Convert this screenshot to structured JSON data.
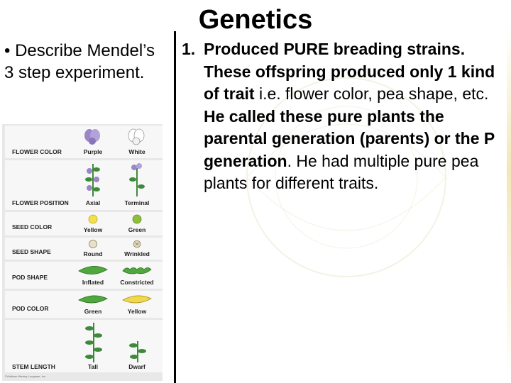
{
  "slide": {
    "title": "Genetics",
    "left_bullet": "• Describe Mendel’s 3 step experiment.",
    "step_number": "1.",
    "step_parts": [
      {
        "text": "Produced PURE breading strains. These offspring produced only 1 kind of trait",
        "bold": true
      },
      {
        "text": " i.e. flower color, pea shape, etc. ",
        "bold": false
      },
      {
        "text": "He called these pure plants the parental generation (parents) or the P generation",
        "bold": true
      },
      {
        "text": ". He had multiple pure pea plants for different traits.",
        "bold": false
      }
    ]
  },
  "trait_chart": {
    "rows": [
      {
        "name": "FLOWER COLOR",
        "left_label": "Purple",
        "right_label": "White",
        "left_icon": "purple-flower-icon",
        "right_icon": "white-flower-icon"
      },
      {
        "name": "FLOWER POSITION",
        "left_label": "Axial",
        "right_label": "Terminal",
        "left_icon": "axial-flower-plant-icon",
        "right_icon": "terminal-flower-plant-icon"
      },
      {
        "name": "SEED COLOR",
        "left_label": "Yellow",
        "right_label": "Green",
        "left_icon": "yellow-seed-icon",
        "right_icon": "green-seed-icon"
      },
      {
        "name": "SEED SHAPE",
        "left_label": "Round",
        "right_label": "Wrinkled",
        "left_icon": "round-seed-icon",
        "right_icon": "wrinkled-seed-icon"
      },
      {
        "name": "POD SHAPE",
        "left_label": "Inflated",
        "right_label": "Constricted",
        "left_icon": "inflated-pod-icon",
        "right_icon": "constricted-pod-icon"
      },
      {
        "name": "POD COLOR",
        "left_label": "Green",
        "right_label": "Yellow",
        "left_icon": "green-pod-icon",
        "right_icon": "yellow-pod-icon"
      },
      {
        "name": "STEM LENGTH",
        "left_label": "Tall",
        "right_label": "Dwarf",
        "left_icon": "tall-plant-icon",
        "right_icon": "dwarf-plant-icon"
      }
    ],
    "copyright": "©Addison Wesley Longman, Inc."
  },
  "colors": {
    "purple": "#9b86c9",
    "green_seed": "#8fbf3a",
    "yellow_seed": "#f2e04a",
    "pod_green": "#4fa83c",
    "pod_yellow": "#f0d84a",
    "leaf": "#3f8a3a"
  }
}
